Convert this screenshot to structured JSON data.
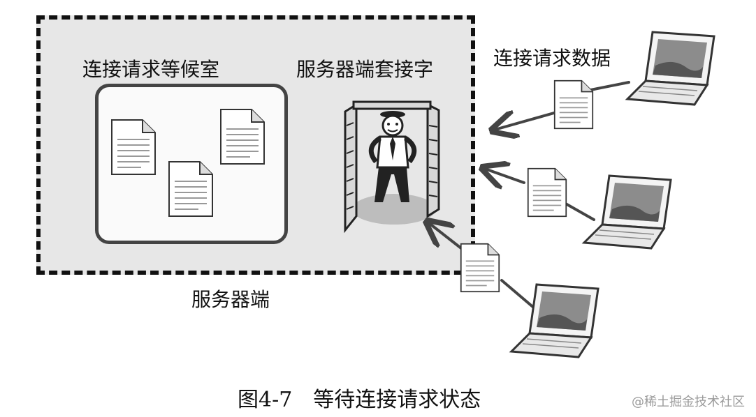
{
  "diagram": {
    "waiting_room_label": "连接请求等候室",
    "server_socket_label": "服务器端套接字",
    "request_data_label": "连接请求数据",
    "server_label": "服务器端",
    "caption": "图4-7　等待连接请求状态",
    "watermark": "@稀土掘金技术社区"
  },
  "icons": [
    "document-icon",
    "laptop-icon",
    "doorman-icon",
    "arrow-icon"
  ]
}
